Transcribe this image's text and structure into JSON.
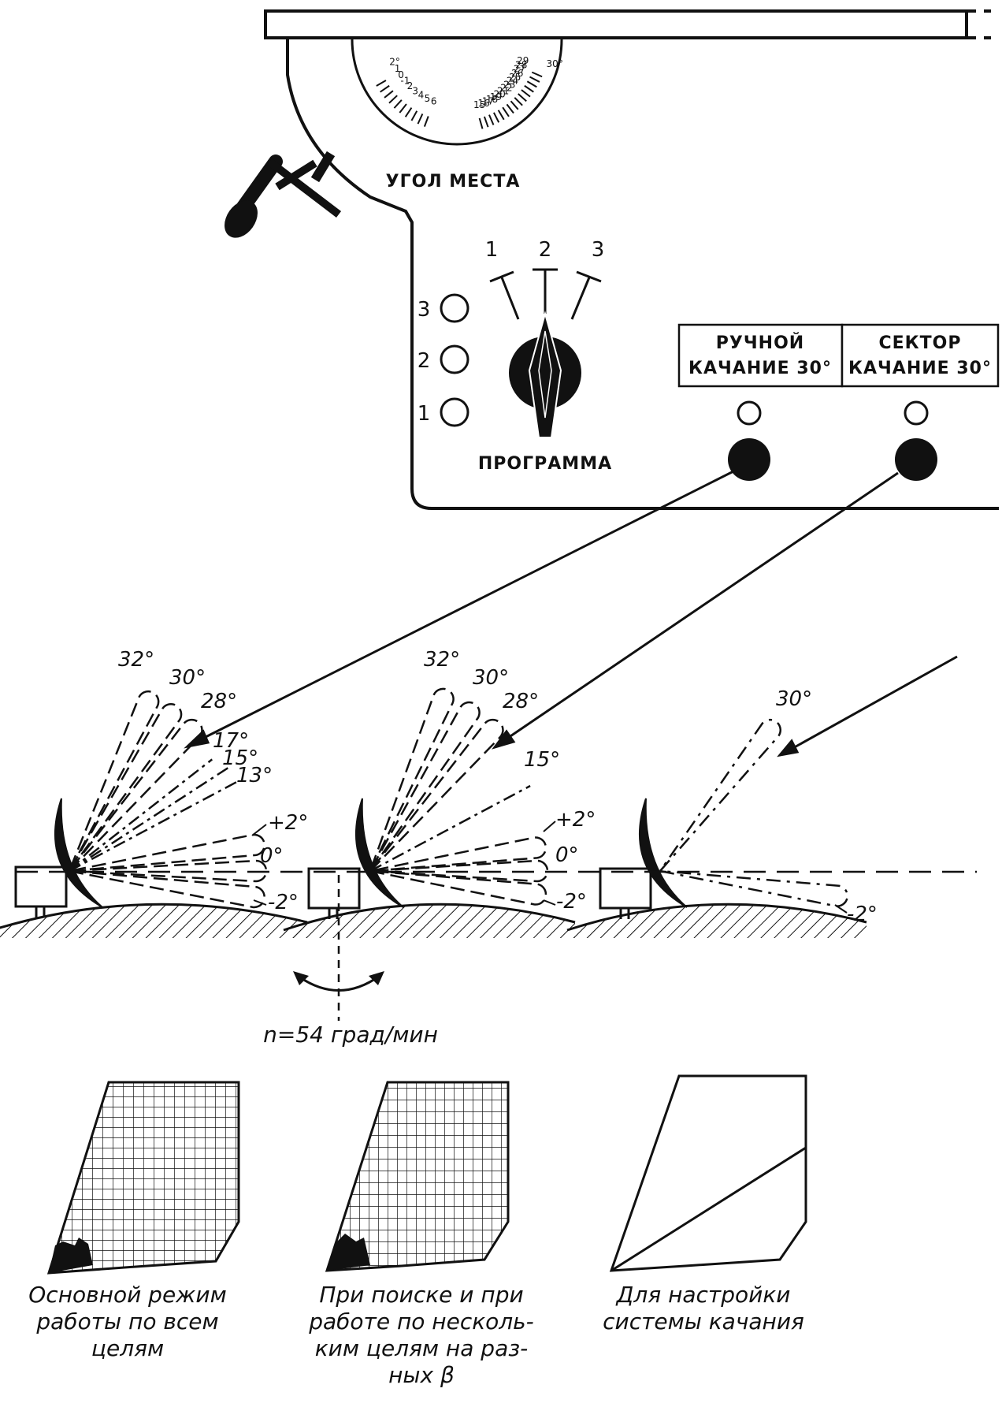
{
  "panel": {
    "elevation_label": "УГОЛ МЕСТА",
    "dial_left_labels": [
      "2°",
      "1",
      "0",
      "-1",
      "2",
      "3",
      "4",
      "5",
      "6"
    ],
    "dial_right_labels": [
      "30°",
      "29",
      "28",
      "27",
      "26",
      "25",
      "24",
      "23",
      "22",
      "21",
      "20",
      "19",
      "18",
      "17",
      "16",
      "15"
    ],
    "program_label": "ПРОГРАММА",
    "program_positions": [
      "1",
      "2",
      "3"
    ],
    "indicator_numbers": [
      "3",
      "2",
      "1"
    ],
    "manual_box": {
      "line1": "РУЧНОЙ",
      "line2": "КАЧАНИЕ 30°"
    },
    "sector_box": {
      "line1": "СЕКТОР",
      "line2": "КАЧАНИЕ 30°"
    }
  },
  "beams": {
    "left": [
      "32°",
      "30°",
      "28°",
      "17°",
      "15°",
      "13°",
      "+2°",
      "0°",
      "-2°"
    ],
    "middle": [
      "32°",
      "30°",
      "28°",
      "15°",
      "+2°",
      "0°",
      "-2°"
    ],
    "right": [
      "30°",
      "-2°"
    ]
  },
  "rotation": {
    "label": "n=54 град/мин"
  },
  "captions": {
    "left": [
      "Основной режим",
      "работы по всем",
      "целям"
    ],
    "middle": [
      "При поиске и при",
      "работе по несколь-",
      "ким целям на раз-",
      "ных β"
    ],
    "right": [
      "Для настройки",
      "системы качания"
    ]
  }
}
